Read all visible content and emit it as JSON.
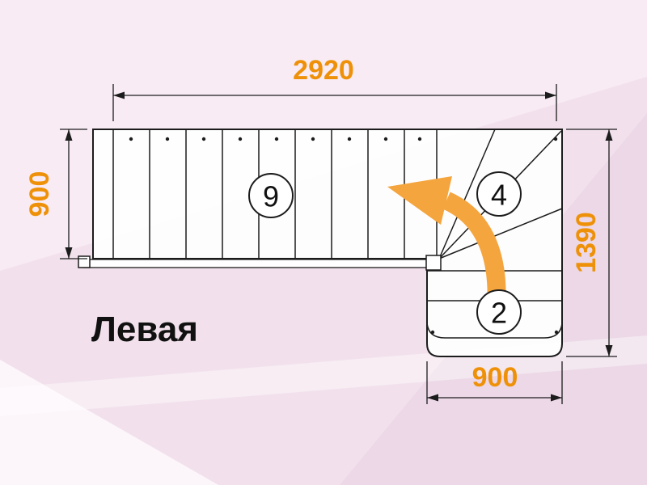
{
  "title": "Левая",
  "dimensions": {
    "total_length": "2920",
    "flight_width": "900",
    "right_depth": "1390",
    "bottom_width": "900"
  },
  "steps": {
    "straight_flight_count": "9",
    "winder_count": "4",
    "bottom_flight_count": "2"
  },
  "colors": {
    "dimension": "#ee9108",
    "arrow": "#f5a53d"
  }
}
